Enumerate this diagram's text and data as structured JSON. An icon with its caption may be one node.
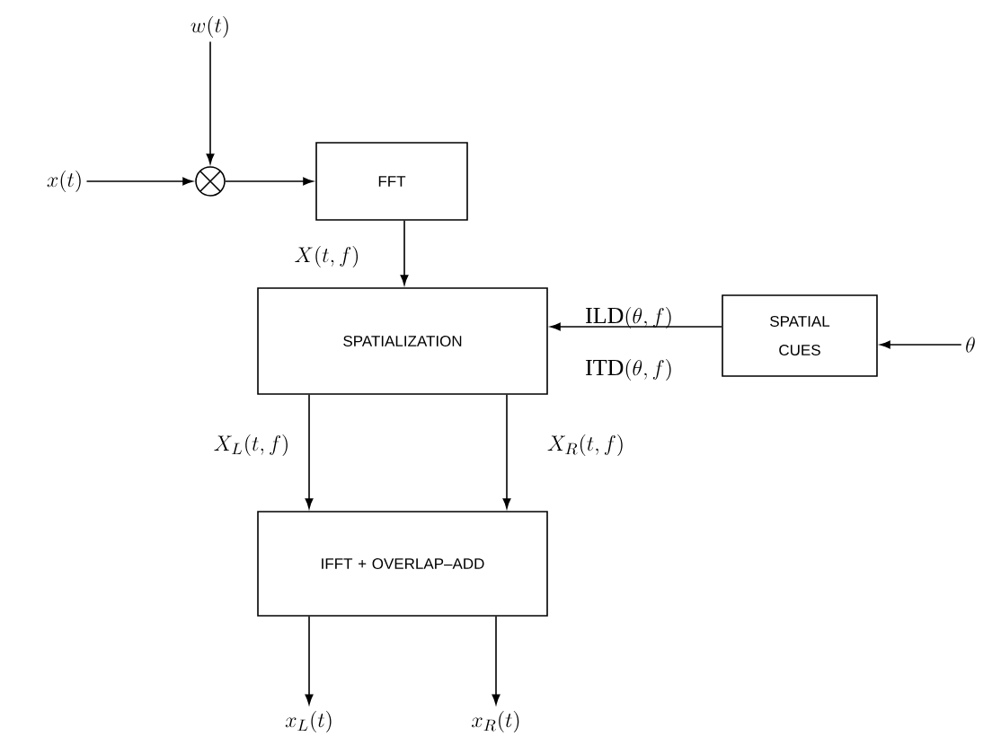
{
  "diagram": {
    "nodes": [
      {
        "text": [
          "w(t)"
        ]
      },
      {
        "text": [
          "x(t)"
        ]
      },
      {
        "text": [],
        "shape": "circle"
      },
      {
        "text": [
          "FFT"
        ]
      },
      {
        "text": [
          "SPATIALIZATION"
        ]
      },
      {
        "text": [
          "SPATIAL CUES"
        ]
      },
      {
        "text": [
          "\\theta"
        ]
      },
      {
        "text": [
          "IFFT + OVERLAP–ADD"
        ]
      },
      {
        "text": [
          "x_L(t)"
        ]
      },
      {
        "text": [
          "x_R(t)"
        ]
      }
    ],
    "edges": [
      {
        "from": 0,
        "to": 2,
        "arrow": "to"
      },
      {
        "from": 1,
        "to": 2,
        "arrow": "to"
      },
      {
        "from": 2,
        "to": 3,
        "arrow": "to"
      },
      {
        "from": 3,
        "to": 4,
        "arrow": "to",
        "label": "X(t, f)"
      },
      {
        "from": 6,
        "to": 5,
        "arrow": "to"
      },
      {
        "from": 5,
        "to": 4,
        "arrow": "to",
        "label": "\\mathrm{ILD}(\\theta, f)"
      },
      {
        "from": 4,
        "to": 7,
        "arrow": "to",
        "label": "X_L(t, f)"
      },
      {
        "from": 4,
        "to": 7,
        "arrow": "to",
        "label": "X_R(t, f)"
      },
      {
        "from": 7,
        "to": 8,
        "arrow": "to"
      },
      {
        "from": 7,
        "to": 9,
        "arrow": "to"
      }
    ],
    "labels": [
      "\\mathrm{ITD}(\\theta, f)"
    ]
  }
}
